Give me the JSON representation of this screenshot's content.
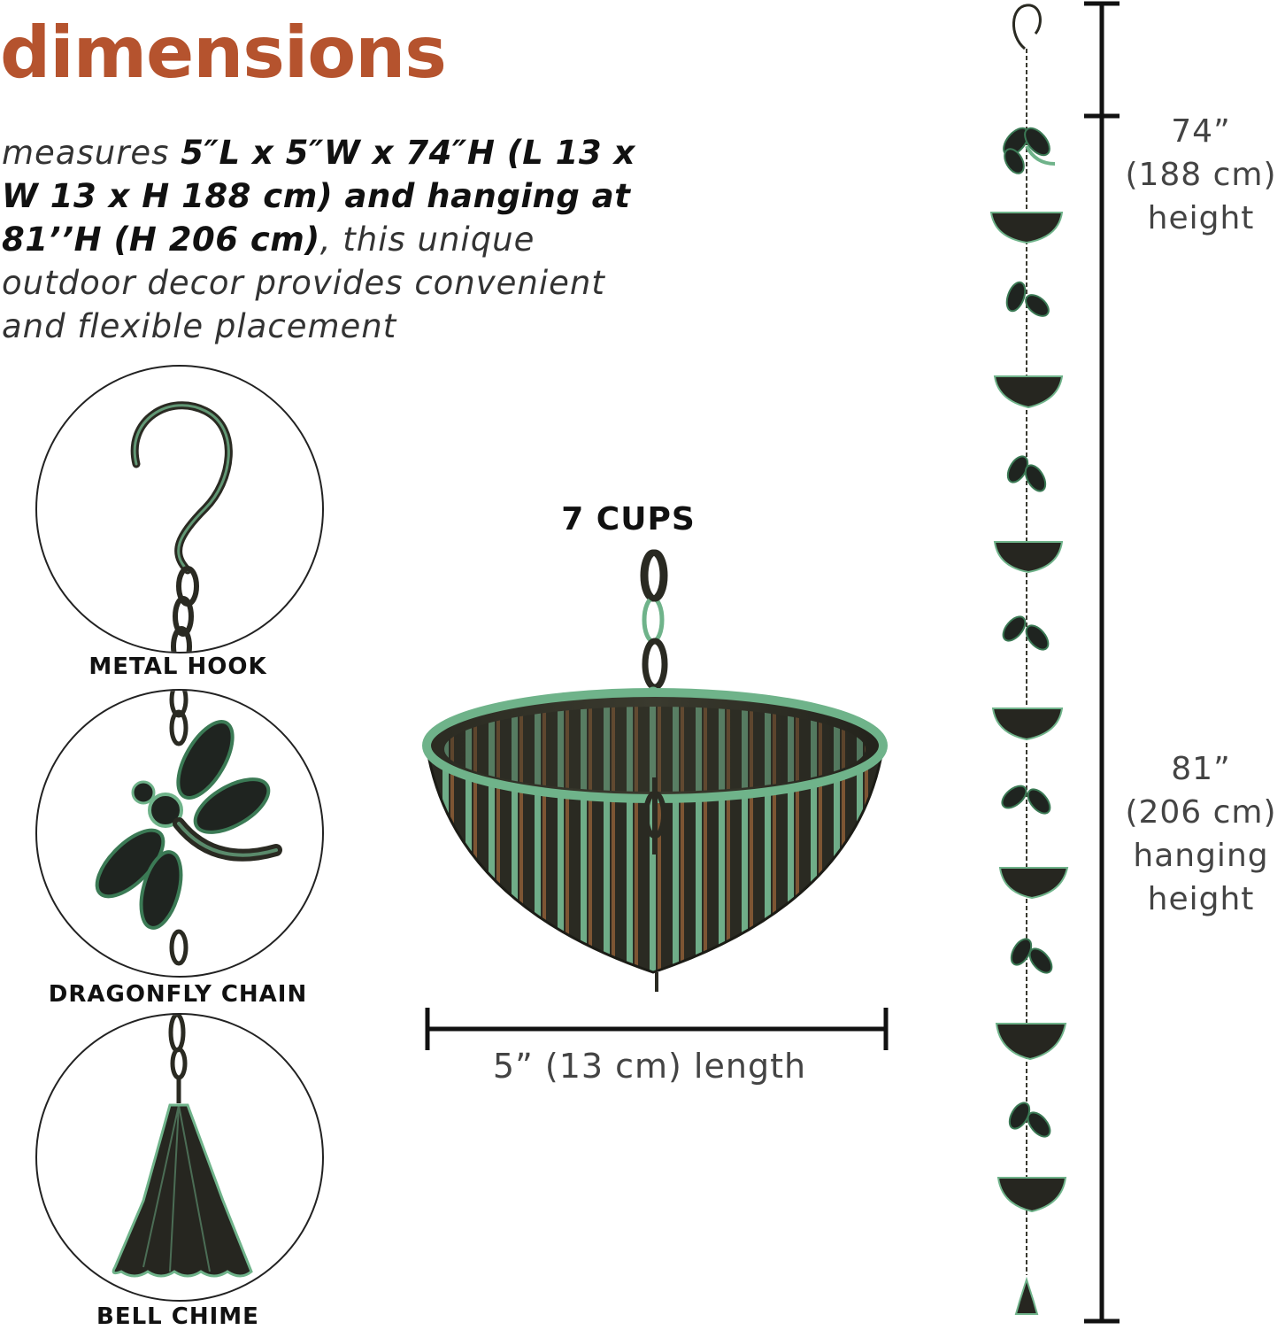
{
  "title": "dimensions",
  "description": {
    "intro": "measures ",
    "bold": "5″L x 5″W x 74″H (L 13 x W 13 x H 188 cm) and hanging at 81’’H (H 206 cm)",
    "outro": ", this unique outdoor decor provides convenient and flexible placement"
  },
  "details": [
    {
      "label": "METAL HOOK",
      "icon": "hook-icon"
    },
    {
      "label": "DRAGONFLY CHAIN",
      "icon": "dragonfly-icon"
    },
    {
      "label": "BELL CHIME",
      "icon": "bell-icon"
    }
  ],
  "cup": {
    "count_label": "7 CUPS",
    "length_label": "5” (13 cm) length"
  },
  "height": {
    "line1": "74”",
    "line2": "(188 cm)",
    "line3": "height"
  },
  "hanging": {
    "line1": "81”",
    "line2": "(206 cm)",
    "line3": "hanging",
    "line4": "height"
  },
  "colors": {
    "title": "#b5532e",
    "patina": "#6fb38a",
    "metal_dark": "#2a2a24",
    "copper": "#a0673a"
  }
}
